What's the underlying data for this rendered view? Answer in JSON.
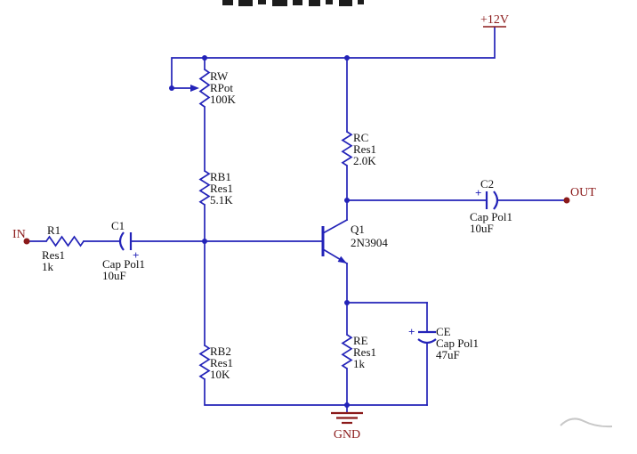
{
  "colors": {
    "wire": "#2323b8",
    "text": "#111111",
    "power": "#8b1a1a"
  },
  "ports": {
    "vcc": "+12V",
    "in": "IN",
    "out": "OUT",
    "gnd": "GND"
  },
  "components": {
    "rw": {
      "ref": "RW",
      "part": "RPot",
      "value": "100K"
    },
    "rb1": {
      "ref": "RB1",
      "part": "Res1",
      "value": "5.1K"
    },
    "rb2": {
      "ref": "RB2",
      "part": "Res1",
      "value": "10K"
    },
    "r1": {
      "ref": "R1",
      "part": "Res1",
      "value": "1k"
    },
    "rc": {
      "ref": "RC",
      "part": "Res1",
      "value": "2.0K"
    },
    "re": {
      "ref": "RE",
      "part": "Res1",
      "value": "1k"
    },
    "c1": {
      "ref": "C1",
      "part": "Cap Pol1",
      "value": "10uF",
      "polarity": "+"
    },
    "c2": {
      "ref": "C2",
      "part": "Cap Pol1",
      "value": "10uF",
      "polarity": "+"
    },
    "ce": {
      "ref": "CE",
      "part": "Cap Pol1",
      "value": "47uF",
      "polarity": "+"
    },
    "q1": {
      "ref": "Q1",
      "part": "2N3904"
    }
  }
}
